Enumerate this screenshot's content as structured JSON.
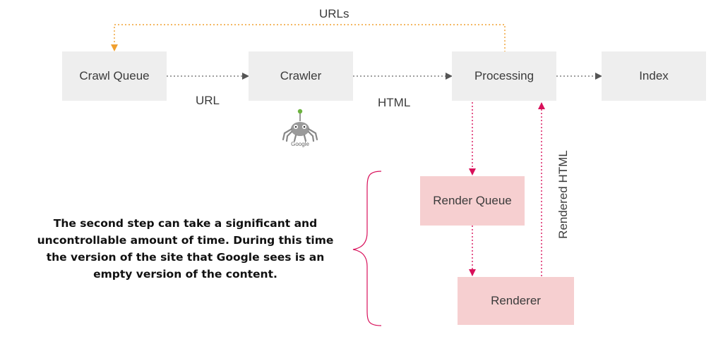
{
  "colors": {
    "box_gray": "#eeeeee",
    "box_pink": "#f6cfd0",
    "flow_arrow": "#666666",
    "loop_arrow": "#f0a030",
    "render_arrow": "#d8105a"
  },
  "nodes": {
    "crawl_queue": "Crawl Queue",
    "crawler": "Crawler",
    "processing": "Processing",
    "index": "Index",
    "render_queue": "Render Queue",
    "renderer": "Renderer"
  },
  "edge_labels": {
    "urls": "URLs",
    "url": "URL",
    "html": "HTML",
    "rendered_html": "Rendered HTML"
  },
  "logo": {
    "icon": "google-spider-bot-icon",
    "text": "Google"
  },
  "note": "The second step can take a significant and uncontrollable amount of time. During this time the version of the site that Google sees is an empty version of the content."
}
